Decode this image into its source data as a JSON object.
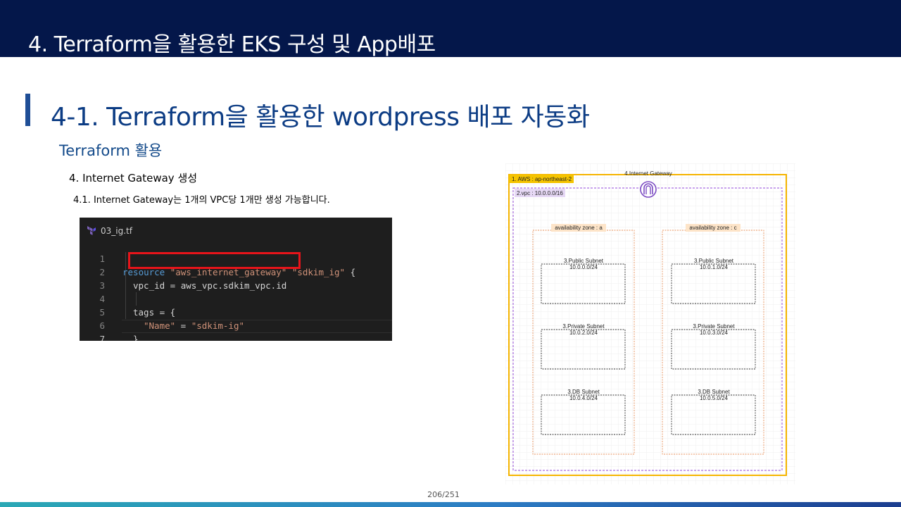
{
  "header": {
    "title": "4. Terraform을 활용한 EKS 구성 및 App배포"
  },
  "section": {
    "title": "4-1. Terraform을 활용한 wordpress 배포 자동화"
  },
  "subtitle": "Terraform 활용",
  "step": {
    "heading": "4. Internet Gateway 생성",
    "description": "4.1. Internet Gateway는 1개의 VPC당 1개만 생성 가능합니다."
  },
  "code": {
    "filename": "03_ig.tf",
    "lines": [
      {
        "num": "1",
        "kw": "resource ",
        "str1": "\"aws_internet_gateway\" ",
        "str2": "\"sdkim_ig\"",
        "plain": " {"
      },
      {
        "num": "2",
        "text": "vpc_id = aws_vpc.sdkim_vpc.id"
      },
      {
        "num": "3",
        "text": ""
      },
      {
        "num": "4",
        "text": "tags = {"
      },
      {
        "num": "5",
        "str1": "\"Name\"",
        "plain": " = ",
        "str2": "\"sdkim-ig\""
      },
      {
        "num": "6",
        "text": "}"
      },
      {
        "num": "7",
        "text": "}"
      }
    ]
  },
  "diagram": {
    "aws_label": "1. AWS : ap-northeast-2",
    "vpc_label": "2.vpc : 10.0.0.0/16",
    "igw_label": "4.Internet Gateway",
    "zones": [
      {
        "label": "availability zone : a",
        "subnets": [
          {
            "name": "3.Public Subnet",
            "cidr": "10.0.0.0/24"
          },
          {
            "name": "3.Private Subnet",
            "cidr": "10.0.2.0/24"
          },
          {
            "name": "3.DB Subnet",
            "cidr": "10.0.4.0/24"
          }
        ]
      },
      {
        "label": "availability zone : c",
        "subnets": [
          {
            "name": "3.Public Subnet",
            "cidr": "10.0.1.0/24"
          },
          {
            "name": "3.Private Subnet",
            "cidr": "10.0.3.0/24"
          },
          {
            "name": "3.DB Subnet",
            "cidr": "10.0.5.0/24"
          }
        ]
      }
    ],
    "colors": {
      "aws": "#f5b400",
      "vpc": "#a86be0",
      "zone": "#e8915b",
      "igw": "#7b4bc2"
    }
  },
  "page": {
    "number": "206/251"
  },
  "colors": {
    "header_bg": "#04174a",
    "accent": "#1f4e96",
    "highlight": "#e8141a"
  }
}
